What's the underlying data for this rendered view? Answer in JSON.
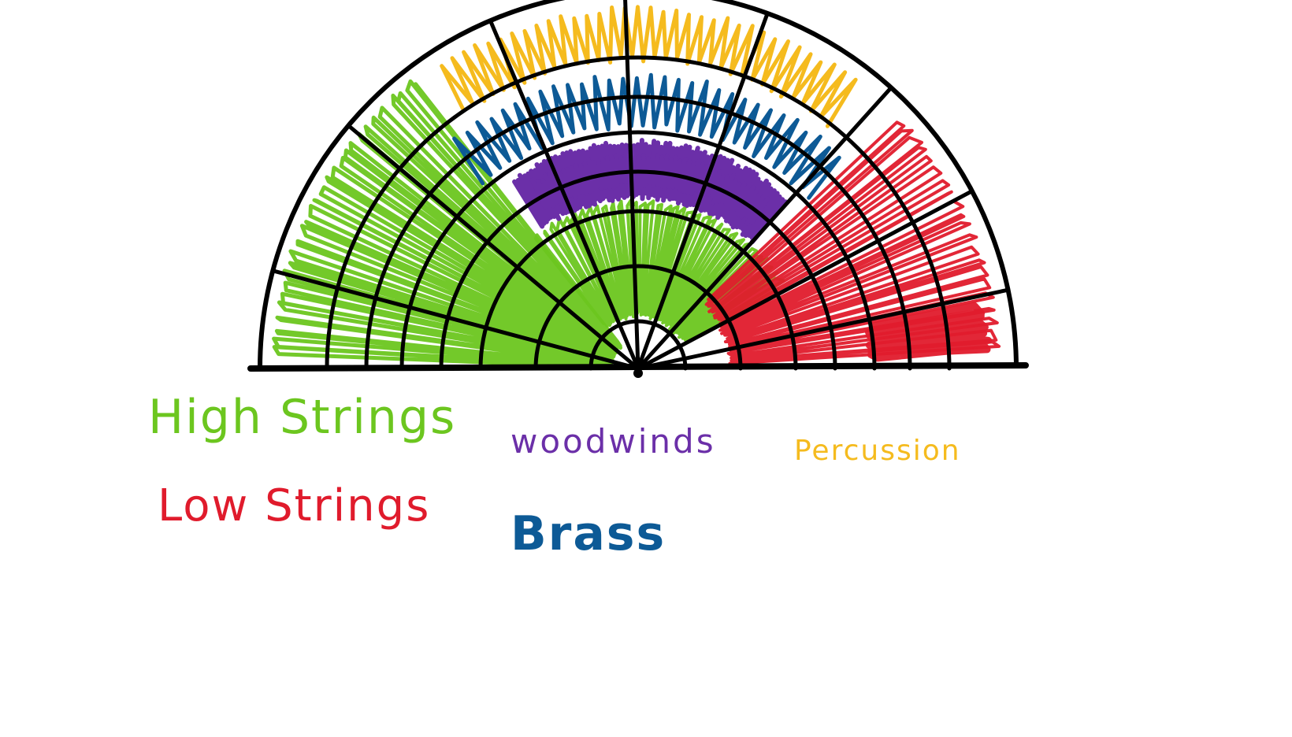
{
  "diagram": {
    "sections": [
      {
        "id": "high-strings",
        "label": "High Strings",
        "color": "#6cc61f"
      },
      {
        "id": "low-strings",
        "label": "Low Strings",
        "color": "#e01b2c"
      },
      {
        "id": "woodwinds",
        "label": "woodwinds",
        "color": "#6b2fa8"
      },
      {
        "id": "brass",
        "label": "Brass",
        "color": "#0d5a96"
      },
      {
        "id": "percussion",
        "label": "Percussion",
        "color": "#f5bb1e"
      }
    ],
    "outline_color": "#000000"
  }
}
